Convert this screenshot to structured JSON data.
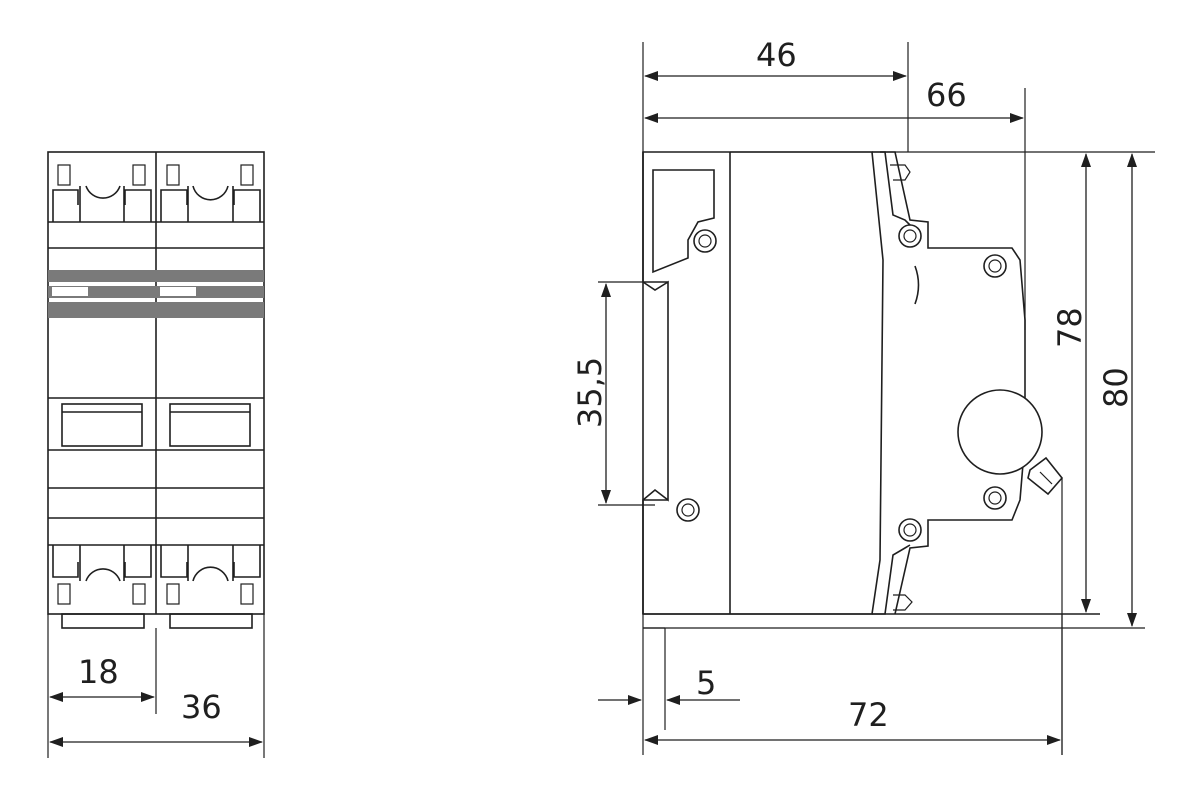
{
  "dimensions": {
    "module_width": "18",
    "total_width": "36",
    "depth_to_front": "46",
    "depth_to_step": "66",
    "rail_height": "35,5",
    "body_height": "78",
    "overall_height": "80",
    "rail_offset": "5",
    "overall_depth": "72"
  },
  "colors": {
    "line": "#1f1f1f",
    "band": "#7a7a7a",
    "background": "#ffffff"
  }
}
